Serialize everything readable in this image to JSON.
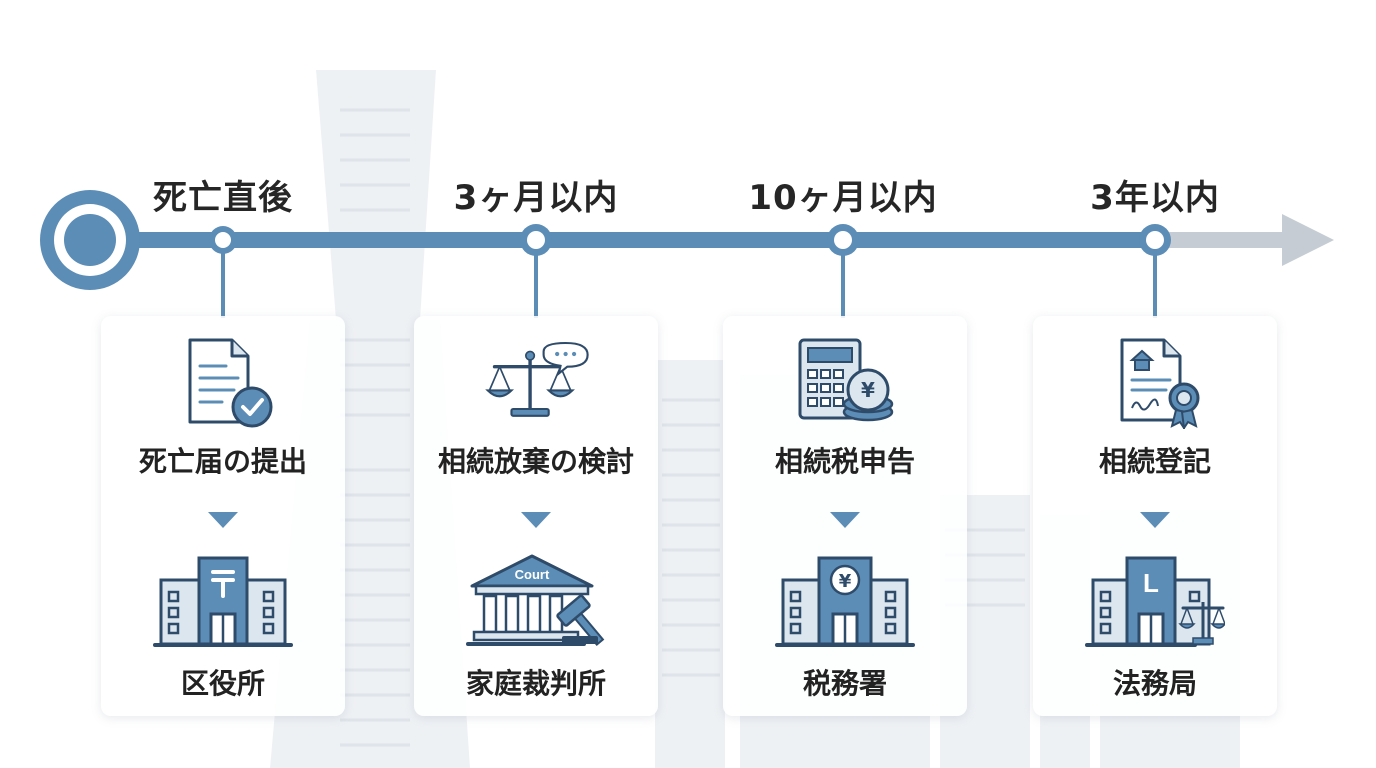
{
  "colors": {
    "accent": "#5b8db6",
    "dark_line": "#2f4b6a",
    "grey_track": "#c6ccd3",
    "fill_light": "#dce6ef"
  },
  "milestones": [
    {
      "label": "死亡直後",
      "task": "死亡届の提出",
      "office": "区役所",
      "task_icon": "document-check-icon",
      "office_icon": "ward-office-icon"
    },
    {
      "label": "3ヶ月以内",
      "task": "相続放棄の検討",
      "office": "家庭裁判所",
      "task_icon": "scales-speech-bubble-icon",
      "office_icon": "courthouse-gavel-icon"
    },
    {
      "label": "10ヶ月以内",
      "task": "相続税申告",
      "office": "税務署",
      "task_icon": "calculator-coins-icon",
      "office_icon": "tax-office-icon"
    },
    {
      "label": "3年以内",
      "task": "相続登記",
      "office": "法務局",
      "task_icon": "property-certificate-icon",
      "office_icon": "legal-affairs-bureau-icon"
    }
  ],
  "court_sign": "Court",
  "yen_symbol": "¥",
  "bureau_symbol": "L"
}
